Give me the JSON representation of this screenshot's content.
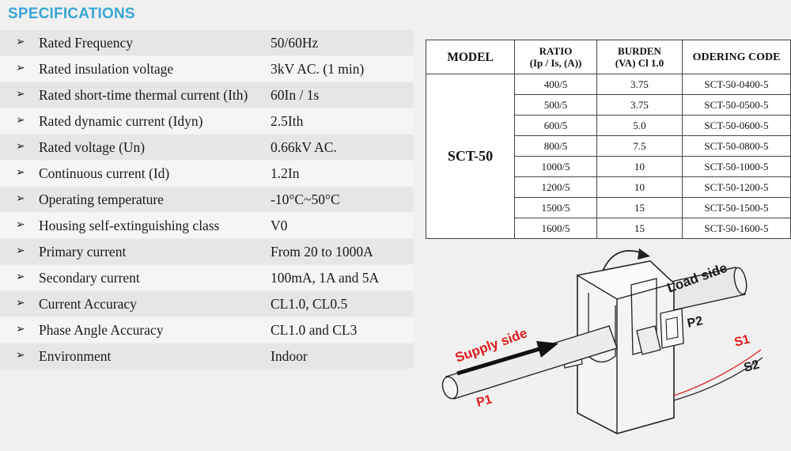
{
  "page_title": "SPECIFICATIONS",
  "specs": [
    {
      "label": "Rated Frequency",
      "value": "50/60Hz"
    },
    {
      "label": "Rated insulation voltage",
      "value": "3kV AC. (1 min)"
    },
    {
      "label": "Rated short-time thermal current (Ith)",
      "value": "60In / 1s"
    },
    {
      "label": "Rated dynamic current (Idyn)",
      "value": "2.5Ith"
    },
    {
      "label": "Rated voltage (Un)",
      "value": "0.66kV AC."
    },
    {
      "label": "Continuous current (Id)",
      "value": "1.2In"
    },
    {
      "label": "Operating temperature",
      "value": "-10°C~50°C"
    },
    {
      "label": "Housing self-extinguishing class",
      "value": "V0"
    },
    {
      "label": "Primary current",
      "value": "From 20 to 1000A"
    },
    {
      "label": "Secondary current",
      "value": "100mA, 1A and 5A"
    },
    {
      "label": "Current Accuracy",
      "value": "CL1.0, CL0.5"
    },
    {
      "label": "Phase Angle Accuracy",
      "value": "CL1.0 and CL3"
    },
    {
      "label": "Environment",
      "value": "Indoor"
    }
  ],
  "bullet": "➢",
  "table": {
    "headers": {
      "model": "MODEL",
      "ratio_line1": "RATIO",
      "ratio_line2": "(Ip / Is, (A))",
      "burden_line1": "BURDEN",
      "burden_line2": "(VA) Cl 1.0",
      "code": "ODERING CODE"
    },
    "model": "SCT-50",
    "rows": [
      {
        "ratio": "400/5",
        "burden": "3.75",
        "code": "SCT-50-0400-5"
      },
      {
        "ratio": "500/5",
        "burden": "3.75",
        "code": "SCT-50-0500-5"
      },
      {
        "ratio": "600/5",
        "burden": "5.0",
        "code": "SCT-50-0600-5"
      },
      {
        "ratio": "800/5",
        "burden": "7.5",
        "code": "SCT-50-0800-5"
      },
      {
        "ratio": "1000/5",
        "burden": "10",
        "code": "SCT-50-1000-5"
      },
      {
        "ratio": "1200/5",
        "burden": "10",
        "code": "SCT-50-1200-5"
      },
      {
        "ratio": "1500/5",
        "burden": "15",
        "code": "SCT-50-1500-5"
      },
      {
        "ratio": "1600/5",
        "burden": "15",
        "code": "SCT-50-1600-5"
      }
    ]
  },
  "diagram": {
    "load_side": "Load side",
    "supply_side": "Supply side",
    "p1": "P1",
    "p2": "P2",
    "s1": "S1",
    "s2": "S2",
    "label_red": "#e11b1b",
    "label_dark": "#1a1a1a"
  }
}
